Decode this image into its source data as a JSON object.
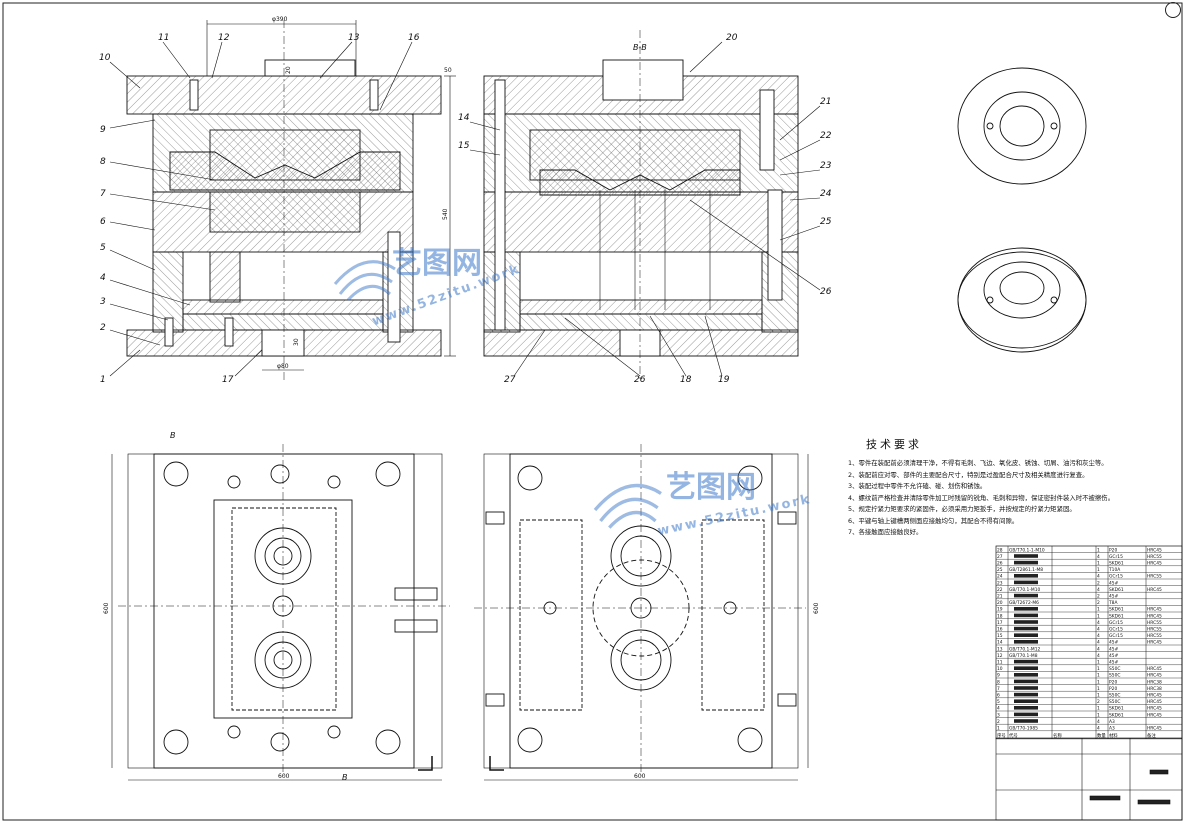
{
  "drawing": {
    "section_label": "B-B",
    "section_marker": "B",
    "dims": {
      "top_width": "φ390",
      "height": "540",
      "plate_w": "50",
      "top_small": "20",
      "bottom_w": "φ80",
      "bottom_h": "30",
      "plan_w1": "600",
      "plan_w2": "600",
      "plan_h1": "600",
      "plan_h2": "600"
    },
    "callouts_left": [
      "11",
      "12",
      "13",
      "16",
      "10",
      "9",
      "8",
      "7",
      "6",
      "5",
      "4",
      "3",
      "2",
      "1",
      "17"
    ],
    "callouts_right": [
      "20",
      "14",
      "15",
      "21",
      "22",
      "23",
      "24",
      "25",
      "26",
      "27",
      "18",
      "19",
      "26"
    ]
  },
  "tech_requirements": {
    "title": "技术要求",
    "lines": [
      "1、零件在装配前必须清理干净，不得有毛刺、飞边、氧化皮、锈蚀、切屑、油污和灰尘等。",
      "2、装配前应对零、部件的主要配合尺寸，特别是过盈配合尺寸及相关精度进行复查。",
      "3、装配过程中零件不允许磕、碰、划伤和锈蚀。",
      "4、螺纹前严格检查并清除零件加工时残留的锐角、毛刺和异物，保证密封件装入时不被擦伤。",
      "5、规定拧紧力矩要求的紧固件，必须采用力矩扳手，并按规定的拧紧力矩紧固。",
      "6、平键与轴上键槽两侧面应接触均匀，其配合不得有间隙。",
      "7、各接触面应接触良好。"
    ]
  },
  "bom": {
    "rows": [
      {
        "no": "28",
        "code": "GB/T70.1-1-M10",
        "qty": "1",
        "mat": "P20",
        "note": "HRC45"
      },
      {
        "no": "27",
        "code": "",
        "qty": "4",
        "mat": "GCr15",
        "note": "HRC55"
      },
      {
        "no": "26",
        "code": "",
        "qty": "1",
        "mat": "SKD61",
        "note": "HRC45"
      },
      {
        "no": "25",
        "code": "GB/T2861.1-M8",
        "qty": "1",
        "mat": "T10A",
        "note": ""
      },
      {
        "no": "24",
        "code": "",
        "qty": "4",
        "mat": "GCr15",
        "note": "HRC55"
      },
      {
        "no": "23",
        "code": "",
        "qty": "2",
        "mat": "45#",
        "note": ""
      },
      {
        "no": "22",
        "code": "GB/T70.1-M10",
        "qty": "4",
        "mat": "SKD61",
        "note": "HRC45"
      },
      {
        "no": "21",
        "code": "",
        "qty": "2",
        "mat": "45#",
        "note": ""
      },
      {
        "no": "20",
        "code": "GB/T2672-M6",
        "qty": "2",
        "mat": "T8A",
        "note": ""
      },
      {
        "no": "19",
        "code": "",
        "qty": "1",
        "mat": "SKD61",
        "note": "HRC45"
      },
      {
        "no": "18",
        "code": "",
        "qty": "1",
        "mat": "SKD61",
        "note": "HRC45"
      },
      {
        "no": "17",
        "code": "",
        "qty": "4",
        "mat": "GCr15",
        "note": "HRC55"
      },
      {
        "no": "16",
        "code": "",
        "qty": "4",
        "mat": "GCr15",
        "note": "HRC55"
      },
      {
        "no": "15",
        "code": "",
        "qty": "4",
        "mat": "GCr15",
        "note": "HRC55"
      },
      {
        "no": "14",
        "code": "",
        "qty": "4",
        "mat": "45#",
        "note": "HRC45"
      },
      {
        "no": "13",
        "code": "GB/T70.1-M12",
        "qty": "4",
        "mat": "45#",
        "note": ""
      },
      {
        "no": "12",
        "code": "GB/T70.1-M8",
        "qty": "4",
        "mat": "45#",
        "note": ""
      },
      {
        "no": "11",
        "code": "",
        "qty": "1",
        "mat": "45#",
        "note": ""
      },
      {
        "no": "10",
        "code": "",
        "qty": "1",
        "mat": "S50C",
        "note": "HRC45"
      },
      {
        "no": "9",
        "code": "",
        "qty": "1",
        "mat": "S50C",
        "note": "HRC45"
      },
      {
        "no": "8",
        "code": "",
        "qty": "1",
        "mat": "P20",
        "note": "HRC38"
      },
      {
        "no": "7",
        "code": "",
        "qty": "1",
        "mat": "P20",
        "note": "HRC38"
      },
      {
        "no": "6",
        "code": "",
        "qty": "1",
        "mat": "S50C",
        "note": "HRC45"
      },
      {
        "no": "5",
        "code": "",
        "qty": "2",
        "mat": "S50C",
        "note": "HRC45"
      },
      {
        "no": "4",
        "code": "",
        "qty": "1",
        "mat": "SKD61",
        "note": "HRC45"
      },
      {
        "no": "3",
        "code": "",
        "qty": "1",
        "mat": "SKD61",
        "note": "HRC45"
      },
      {
        "no": "2",
        "code": "",
        "qty": "4",
        "mat": "A3",
        "note": ""
      },
      {
        "no": "1",
        "code": "GB/T70-1985",
        "qty": "4",
        "mat": "A3",
        "note": "HRC45"
      }
    ],
    "footer_labels": [
      "序号",
      "代号",
      "名称",
      "数量",
      "材料",
      "备注"
    ]
  },
  "watermark": {
    "brand": "艺图网",
    "url": "www.52zitu.work"
  },
  "colors": {
    "line": "#111111",
    "hatch": "#555555",
    "watermark": "#3f7ccb"
  }
}
